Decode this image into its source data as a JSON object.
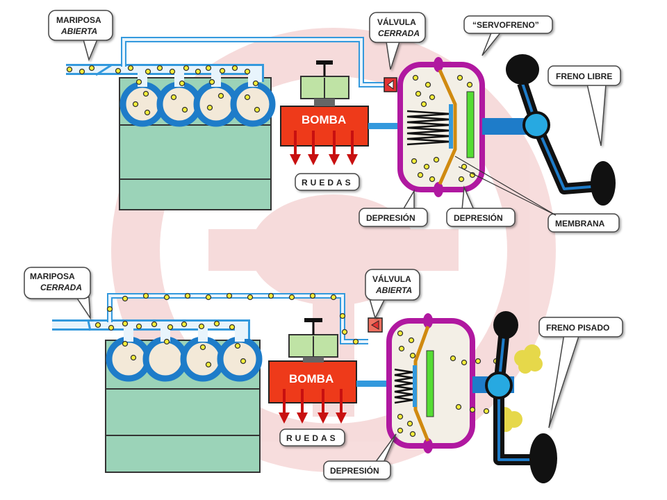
{
  "colors": {
    "pipe_blue": "#3399dd",
    "engine_green": "#9bd3b8",
    "servo_purple": "#c020b0",
    "pump_red": "#ee3a1a",
    "pedal_black": "#111111",
    "pedal_blue": "#27a9e1",
    "membrane_green": "#55dd33",
    "particle_yellow": "#f5ee3a",
    "exhaust_yellow": "#e6d84a",
    "valve_red": "#e33333"
  },
  "top": {
    "throttle_line1": "MARIPOSA",
    "throttle_line2": "ABIERTA",
    "valve_line1": "VÁLVULA",
    "valve_line2": "CERRADA",
    "servo_label": "“SERVOFRENO”",
    "brake_label": "FRENO LIBRE",
    "pump_label": "BOMBA",
    "wheels_label": "RUEDAS",
    "depression_left": "DEPRESIÓN",
    "depression_right": "DEPRESIÓN",
    "membrane_label": "MEMBRANA"
  },
  "bottom": {
    "throttle_line1": "MARIPOSA",
    "throttle_line2": "CERRADA",
    "valve_line1": "VÁLVULA",
    "valve_line2": "ABIERTA",
    "brake_label": "FRENO PISADO",
    "pump_label": "BOMBA",
    "wheels_label": "RUEDAS",
    "depression_label": "DEPRESIÓN"
  },
  "icons": {
    "watermark": "steering-wheel-icon",
    "pedal": "brake-pedal-icon",
    "arrow": "down-arrow-icon"
  }
}
